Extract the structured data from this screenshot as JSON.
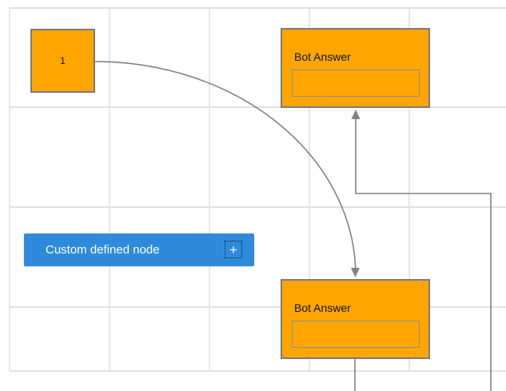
{
  "canvas": {
    "background": "#ffffff"
  },
  "colors": {
    "orange": "#ffa500",
    "node_border": "#7a7a7a",
    "input_border": "#8f8f8f",
    "node_text": "#111111",
    "blue": "#2e8bdb",
    "bar_text": "#ffffff",
    "connector": "#828282",
    "grid_h": "#e0e0e0",
    "grid_v": "#e7e7e7"
  },
  "nodes": {
    "node1": {
      "label": "1"
    },
    "bot_answer_top": {
      "title": "Bot Answer",
      "input_value": ""
    },
    "bot_answer_bottom": {
      "title": "Bot Answer",
      "input_value": ""
    },
    "custom_node": {
      "label": "Custom defined node",
      "add_icon": "+"
    }
  },
  "connectors": {
    "curve": "node1 right -> bot_answer_bottom top, quarter-ellipse, arrow at end",
    "elbow": "offscreen bottom-right -> bot_answer_top bottom, orthogonal, arrow at end",
    "stub": "bot_answer_bottom bottom -> offscreen bottom"
  }
}
